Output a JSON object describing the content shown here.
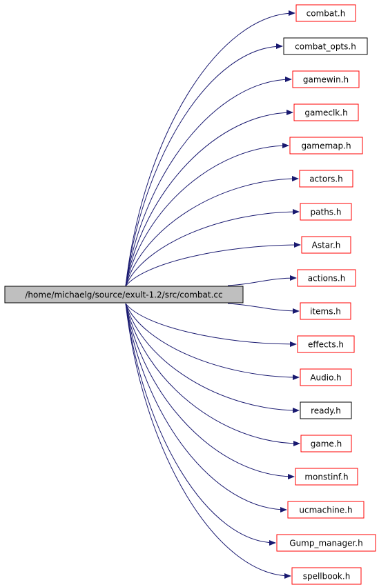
{
  "source": {
    "label": "/home/michaelg/source/exult-1.2/src/combat.cc",
    "fill": "#bfbfbf"
  },
  "colors": {
    "edge": "#191970",
    "documented_border": "#ff0000",
    "undocumented_border": "#000000"
  },
  "includes": [
    {
      "label": "combat.h",
      "documented": true
    },
    {
      "label": "combat_opts.h",
      "documented": false
    },
    {
      "label": "gamewin.h",
      "documented": true
    },
    {
      "label": "gameclk.h",
      "documented": true
    },
    {
      "label": "gamemap.h",
      "documented": true
    },
    {
      "label": "actors.h",
      "documented": true
    },
    {
      "label": "paths.h",
      "documented": true
    },
    {
      "label": "Astar.h",
      "documented": true
    },
    {
      "label": "actions.h",
      "documented": true
    },
    {
      "label": "items.h",
      "documented": true
    },
    {
      "label": "effects.h",
      "documented": true
    },
    {
      "label": "Audio.h",
      "documented": true
    },
    {
      "label": "ready.h",
      "documented": false
    },
    {
      "label": "game.h",
      "documented": true
    },
    {
      "label": "monstinf.h",
      "documented": true
    },
    {
      "label": "ucmachine.h",
      "documented": true
    },
    {
      "label": "Gump_manager.h",
      "documented": true
    },
    {
      "label": "spellbook.h",
      "documented": true
    }
  ]
}
